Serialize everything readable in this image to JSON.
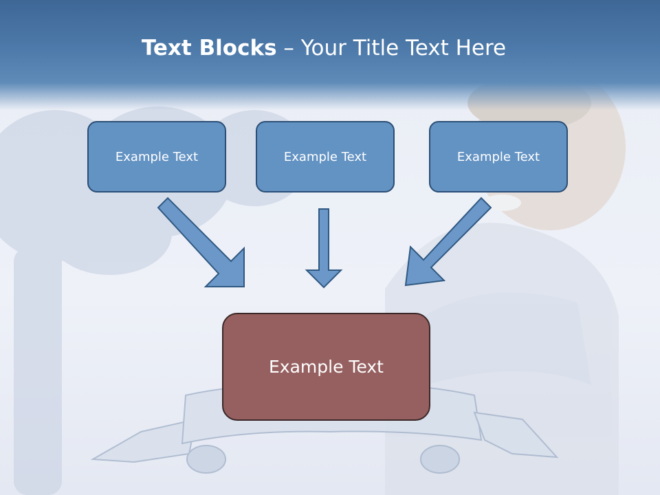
{
  "title": {
    "bold": "Text Blocks",
    "dash": " – ",
    "rest": "Your Title Text Here"
  },
  "blocks": [
    {
      "text": "Example Text"
    },
    {
      "text": "Example Text"
    },
    {
      "text": "Example Text"
    }
  ],
  "center_block": {
    "text": "Example Text"
  },
  "colors": {
    "header": "#4a77a8",
    "block_fill": "#6393c3",
    "block_border": "#2b4e75",
    "center_fill": "#966060",
    "arrow_fill": "#6b98c8",
    "arrow_stroke": "#2f5882"
  },
  "icons": [
    "tree-silhouette",
    "ribbon-banner",
    "woman-photo"
  ]
}
